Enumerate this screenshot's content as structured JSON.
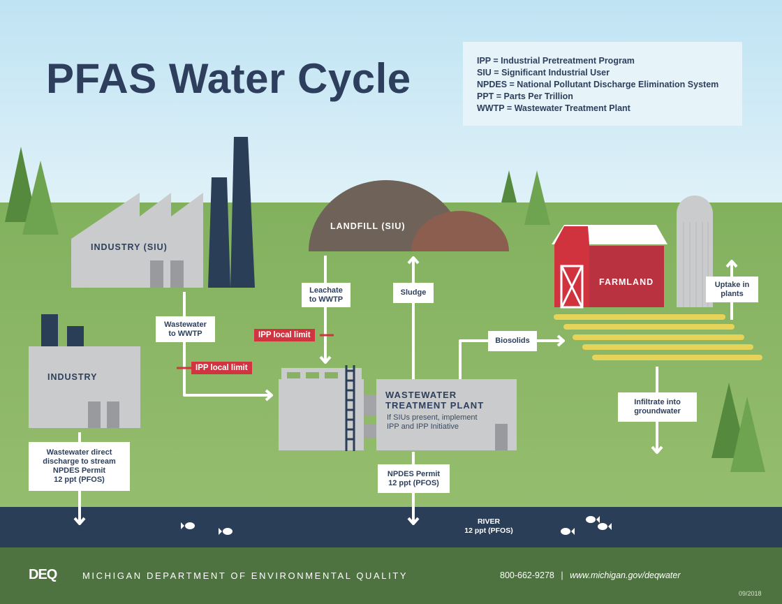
{
  "title": "PFAS Water Cycle",
  "legend": [
    "IPP = Industrial Pretreatment Program",
    "SIU = Significant Industrial User",
    "NPDES = National Pollutant Discharge Elimination System",
    "PPT = Parts Per Trillion",
    "WWTP = Wastewater Treatment Plant"
  ],
  "buildings": {
    "industry_siu": "INDUSTRY (SIU)",
    "industry": "INDUSTRY",
    "landfill": "LANDFILL (SIU)",
    "farmland": "FARMLAND",
    "wwtp_title_line1": "WASTEWATER",
    "wwtp_title_line2": "TREATMENT PLANT",
    "wwtp_sub_line1": "If SIUs present, implement",
    "wwtp_sub_line2": "IPP and IPP Initiative"
  },
  "flows": {
    "wastewater_to_wwtp": [
      "Wastewater",
      "to WWTP"
    ],
    "leachate_to_wwtp": [
      "Leachate",
      "to WWTP"
    ],
    "sludge": "Sludge",
    "biosolids": "Biosolids",
    "uptake_in_plants": [
      "Uptake in",
      "plants"
    ],
    "infiltrate_groundwater": [
      "Infiltrate into",
      "groundwater"
    ],
    "direct_discharge": [
      "Wastewater direct",
      "discharge to stream",
      "NPDES Permit",
      "12 ppt (PFOS)"
    ],
    "wwtp_npdes": [
      "NPDES Permit",
      "12 ppt (PFOS)"
    ]
  },
  "limits": {
    "ipp_local_limit_1": "IPP local limit",
    "ipp_local_limit_2": "IPP local limit"
  },
  "river": {
    "label": "RIVER",
    "value": "12 ppt (PFOS)"
  },
  "footer": {
    "logo": "DEQ",
    "department": "MICHIGAN DEPARTMENT OF ENVIRONMENTAL QUALITY",
    "phone": "800-662-9278",
    "separator": "|",
    "website": "www.michigan.gov/deqwater",
    "date": "09/2018"
  },
  "colors": {
    "navy": "#2b3e57",
    "ipp_red": "#cf3440",
    "grass": "#86b262",
    "footer_green": "#4e7340",
    "barn_red": "#b8323f",
    "crop_yellow": "#e6d45a",
    "landfill_brown": "#6e6259",
    "landfill_rust": "#8c5e50"
  }
}
